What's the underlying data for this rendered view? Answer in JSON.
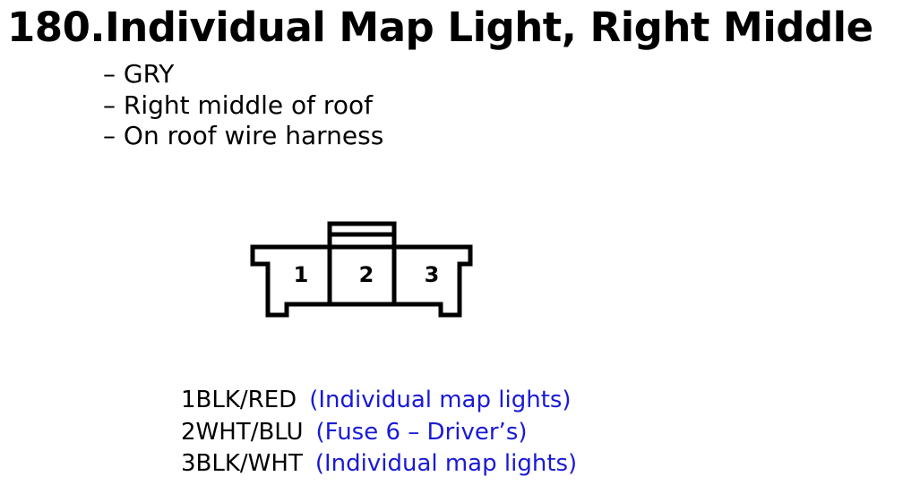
{
  "title": "180.Individual Map Light, Right Middle",
  "notes": [
    "– GRY",
    "– Right middle of roof",
    "– On roof wire harness"
  ],
  "connector": {
    "pin_labels": [
      "1",
      "2",
      "3"
    ]
  },
  "pins": [
    {
      "number": "1",
      "wire": "BLK/RED",
      "description": "(Individual map lights)"
    },
    {
      "number": "2",
      "wire": "WHT/BLU",
      "description": "(Fuse 6 – Driver’s)"
    },
    {
      "number": "3",
      "wire": "BLK/WHT",
      "description": "(Individual map lights)"
    }
  ],
  "colors": {
    "text": "#000000",
    "description": "#1a1ad6"
  }
}
